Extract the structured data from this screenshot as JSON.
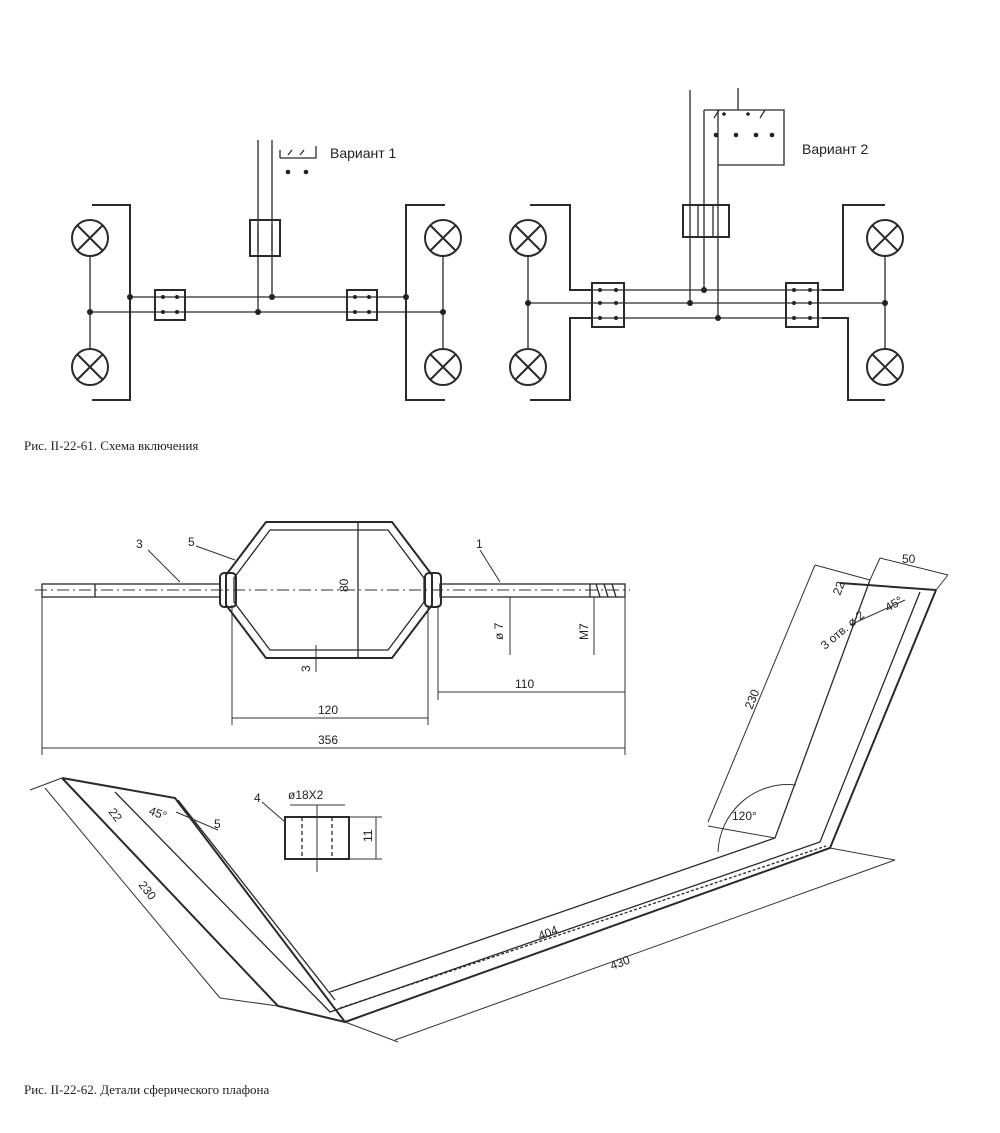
{
  "fig1": {
    "caption": "Рис. II-22-61. Схема включения",
    "variant1_label": "Вариант 1",
    "variant2_label": "Вариант 2"
  },
  "fig2": {
    "caption": "Рис. II-22-62. Детали сферического плафона",
    "part_numbers": {
      "p1": "1",
      "p3": "3",
      "p4": "4",
      "p5_top": "5",
      "p5_bottom": "5"
    },
    "dimensions": {
      "d80": "80",
      "d3": "3",
      "d120": "120",
      "d110": "110",
      "d356": "356",
      "d7": "ø 7",
      "m7": "M7",
      "d18": "ø18Х2",
      "h_small": "11",
      "w50": "50",
      "w22": "22",
      "holes": "3 отв. ø 2",
      "a45": "45°",
      "len_side": "230",
      "angle120": "120°",
      "len_inner": "404",
      "len_outer": "430",
      "left_len": "230",
      "left_w": "22",
      "left_a": "45°"
    }
  }
}
